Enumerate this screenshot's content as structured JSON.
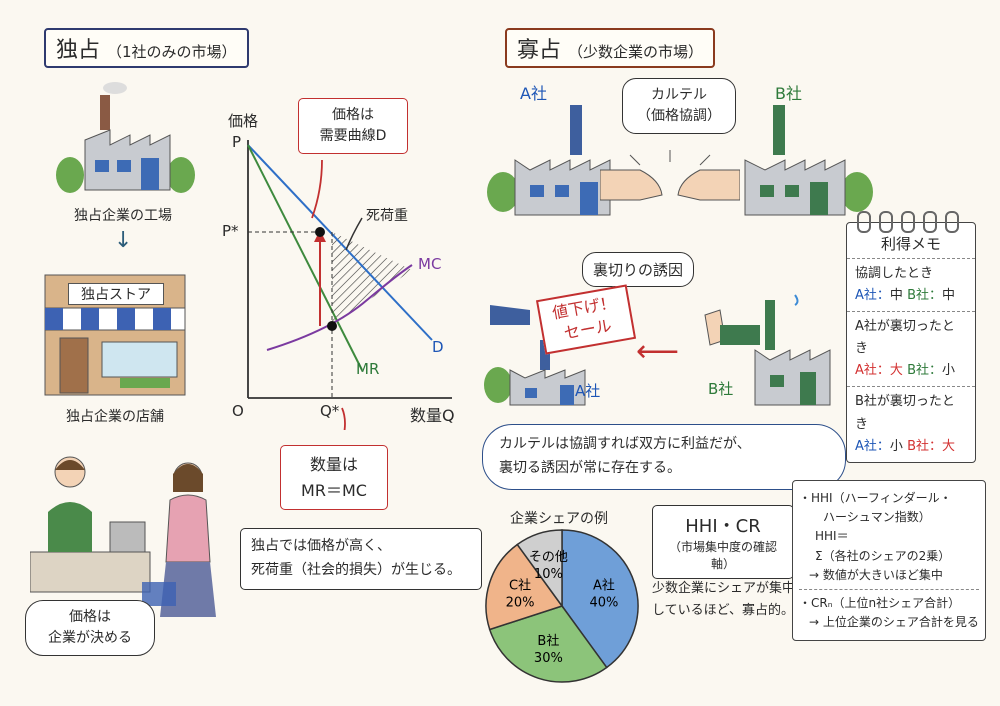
{
  "left": {
    "title": "独占",
    "title_sub": "（1社のみの市場）",
    "factory_caption": "独占企業の工場",
    "store_sign": "独占ストア",
    "store_caption": "独占企業の店舗",
    "price_bubble": [
      "価格は",
      "企業が決める"
    ],
    "summary": [
      "独占では価格が高く、",
      "死荷重（社会的損失）が生じる。"
    ]
  },
  "graph": {
    "y_axis_label": "価格",
    "x_axis_label": "数量Q",
    "p_label": "P",
    "pstar_label": "P*",
    "qstar_label": "Q*",
    "origin_label": "O",
    "mc_label": "MC",
    "d_label": "D",
    "mr_label": "MR",
    "deadweight_label": "死荷重",
    "price_note": [
      "価格は",
      "需要曲線D"
    ],
    "quantity_note": [
      "数量は",
      "MR＝MC"
    ]
  },
  "right": {
    "title": "寡占",
    "title_sub": "（少数企業の市場）",
    "firm_a": "A社",
    "firm_b": "B社",
    "cartel": [
      "カルテル",
      "（価格協調）"
    ],
    "betrayal_title": "裏切りの誘因",
    "sale_sign": [
      "値下げ！",
      "セール"
    ],
    "firm_a_low": "A社",
    "firm_b_low": "B社",
    "cloud_text": [
      "カルテルは協調すれば双方に利益だが、",
      "裏切る誘因が常に存在する。"
    ]
  },
  "memo": {
    "title": "利得メモ",
    "sections": [
      {
        "heading": "協調したとき",
        "a_label": "A社：",
        "a_value": "中",
        "b_label": "B社：",
        "b_value": "中"
      },
      {
        "heading": "A社が裏切ったとき",
        "a_label": "A社：",
        "a_value": "大",
        "b_label": "B社：",
        "b_value": "小"
      },
      {
        "heading": "B社が裏切ったとき",
        "a_label": "A社：",
        "a_value": "小",
        "b_label": "B社：",
        "b_value": "大"
      }
    ]
  },
  "pie": {
    "title": "企業シェアの例",
    "labels": [
      "A社",
      "B社",
      "C社",
      "その他"
    ],
    "values_text": [
      "40%",
      "30%",
      "20%",
      "10%"
    ]
  },
  "chart_data": {
    "type": "pie",
    "title": "企業シェアの例",
    "categories": [
      "A社",
      "B社",
      "C社",
      "その他"
    ],
    "values": [
      40,
      30,
      20,
      10
    ],
    "colors": [
      "#6f9fd8",
      "#8cc47a",
      "#f0b48a",
      "#cfcfcf"
    ]
  },
  "hhi": {
    "title": "HHI・CR",
    "subtitle": "（市場集中度の確認軸）",
    "desc": [
      "少数企業にシェアが集中",
      "しているほど、寡占的。"
    ]
  },
  "notes": {
    "hhi_head": "・HHI（ハーフィンダール・",
    "hhi_head2": "ハーシュマン指数）",
    "hhi_eq": "HHI＝",
    "hhi_formula": "Σ（各社のシェアの2乗）",
    "hhi_arrow": "→ 数値が大きいほど集中",
    "cr_head": "・CRₙ（上位n社シェア合計）",
    "cr_arrow": "→ 上位企業のシェア合計を見る"
  }
}
